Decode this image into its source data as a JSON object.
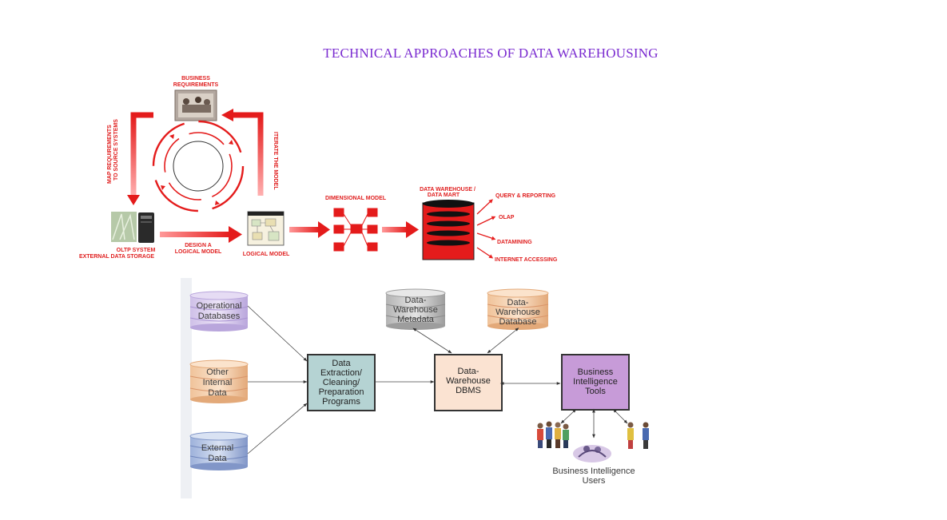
{
  "title": "TECHNICAL APPROACHES OF DATA WAREHOUSING",
  "top_diagram": {
    "business_requirements": [
      "BUSINESS",
      "REQUIREMENTS"
    ],
    "map_requirements": [
      "MAP REQUIREMENTS",
      "TO SOURCE SYSTEMS"
    ],
    "iterate_model": "ITERATE THE MODEL",
    "oltp": [
      "OLTP SYSTEM",
      "EXTERNAL DATA STORAGE"
    ],
    "design_logical": [
      "DESIGN A",
      "LOGICAL MODEL"
    ],
    "logical_model": "LOGICAL MODEL",
    "dimensional_model": "DIMENSIONAL MODEL",
    "data_warehouse": [
      "DATA WAREHOUSE /",
      "DATA MART"
    ],
    "outputs": [
      "QUERY & REPORTING",
      "OLAP",
      "DATAMINING",
      "INTERNET ACCESSING"
    ]
  },
  "bottom_diagram": {
    "operational_db": [
      "Operational",
      "Databases"
    ],
    "other_internal": [
      "Other",
      "Internal",
      "Data"
    ],
    "external": [
      "External",
      "Data"
    ],
    "extraction": [
      "Data",
      "Extraction/",
      "Cleaning/",
      "Preparation",
      "Programs"
    ],
    "metadata": [
      "Data-",
      "Warehouse",
      "Metadata"
    ],
    "dw_database": [
      "Data-",
      "Warehouse",
      "Database"
    ],
    "dbms": [
      "Data-",
      "Warehouse",
      "DBMS"
    ],
    "bi_tools": [
      "Business",
      "Intelligence",
      "Tools"
    ],
    "bi_users": [
      "Business Intelligence",
      "Users"
    ]
  }
}
